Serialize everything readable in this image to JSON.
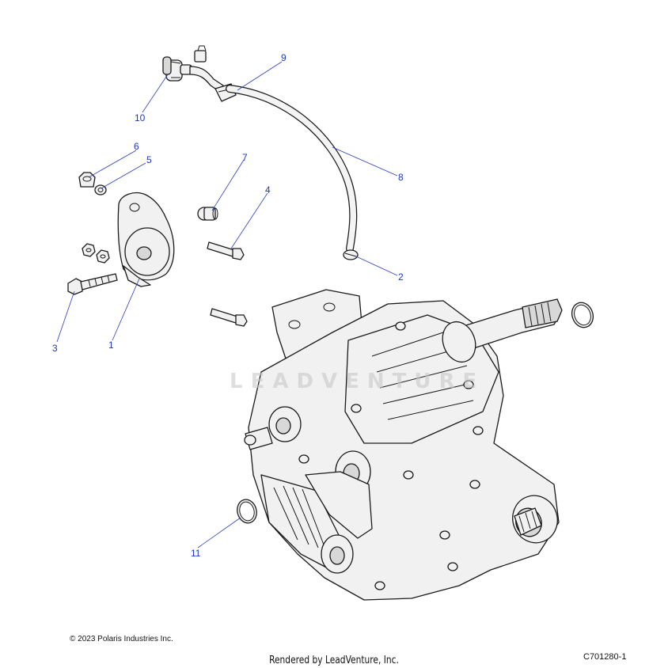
{
  "callouts": [
    {
      "id": "1",
      "label": "1"
    },
    {
      "id": "2",
      "label": "2"
    },
    {
      "id": "3",
      "label": "3"
    },
    {
      "id": "4",
      "label": "4"
    },
    {
      "id": "5",
      "label": "5"
    },
    {
      "id": "6",
      "label": "6"
    },
    {
      "id": "7",
      "label": "7"
    },
    {
      "id": "8",
      "label": "8"
    },
    {
      "id": "9",
      "label": "9"
    },
    {
      "id": "10",
      "label": "10"
    },
    {
      "id": "11",
      "label": "11"
    }
  ],
  "watermark": "LEADVENTURE",
  "footer": {
    "copyright": "© 2023 Polaris Industries Inc.",
    "rendered_by": "Rendered by LeadVenture, Inc.",
    "diagram_code": "C701280-1"
  },
  "colors": {
    "callout": "#1f36c8",
    "leader": "#2a3dbf",
    "line": "#1a1a1a",
    "part_fill": "#f1f1f1"
  }
}
